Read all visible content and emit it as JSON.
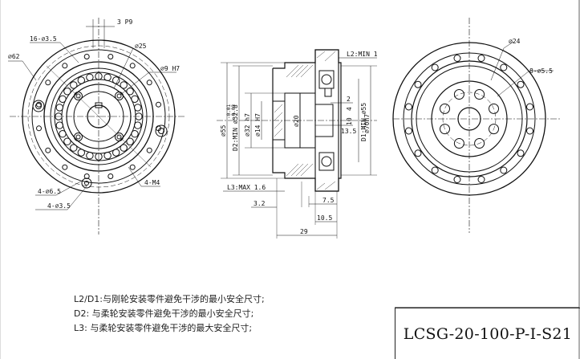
{
  "drawing": {
    "left_view": {
      "labels": {
        "keyway": "3 P9",
        "holes_16": "16-⌀3.5",
        "outer_dia": "⌀62",
        "dia_25": "⌀25",
        "dia_9": "⌀9 H7",
        "holes_4_65": "4-⌀6.5",
        "holes_4_35": "4-⌀3.5",
        "thread_4": "4-M4"
      }
    },
    "section_view": {
      "labels": {
        "l2": "L2:MIN 1",
        "dim_2": "2",
        "dia_55": "⌀55",
        "dia_55_tol_top": "-0.01",
        "dia_55_tol_bot": "-0.03",
        "d2_min": "D2:MIN ⌀52.8",
        "dia_32": "⌀32 h7",
        "dia_14": "⌀14 H7",
        "dia_20": "⌀20",
        "dim_10": "10",
        "dim_4": "4",
        "dim_135": "13.5",
        "d1_min": "D1:MIN ⌀55",
        "dia_70": "⌀70h7",
        "l3": "L3:MAX 1.6",
        "dim_75": "7.5",
        "dim_32": "3.2",
        "dim_105": "10.5",
        "dim_29": "29"
      }
    },
    "right_view": {
      "labels": {
        "dia_24": "⌀24",
        "holes_8": "8-⌀5.5"
      }
    }
  },
  "notes": [
    "L2/D1:与刚轮安装零件避免干涉的最小安全尺寸;",
    "D2: 与柔轮安装零件避免干涉的最小安全尺寸;",
    "L3: 与柔轮安装零件避免干涉的最大安全尺寸;"
  ],
  "model": "LCSG-20-100-P-I-S21"
}
